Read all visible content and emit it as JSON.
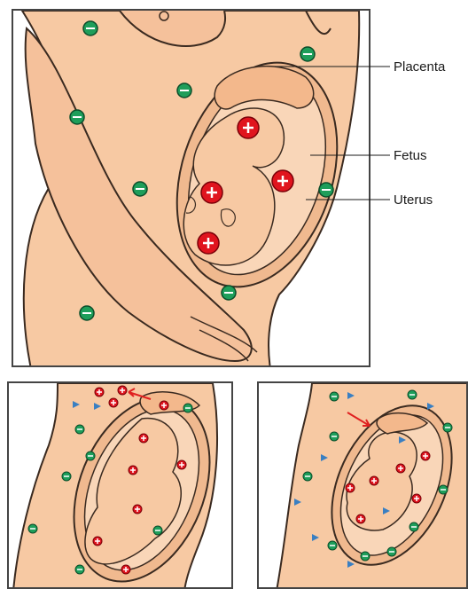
{
  "labels": {
    "placenta": "Placenta",
    "fetus": "Fetus",
    "uterus": "Uterus"
  },
  "colors": {
    "skin": "#f7c9a3",
    "outline": "#3a2a20",
    "uterus_wall": "#f0b98f",
    "placenta": "#f3b88c",
    "positive_cell": "#e0141e",
    "negative_cell": "#1e9e5a",
    "antibody": "#3a7fc2",
    "arrow": "#e02020"
  },
  "icons": {
    "positive": "plus-cell-icon",
    "negative": "minus-cell-icon",
    "antibody": "triangle-antibody-icon",
    "transfer": "red-arrow-icon"
  }
}
